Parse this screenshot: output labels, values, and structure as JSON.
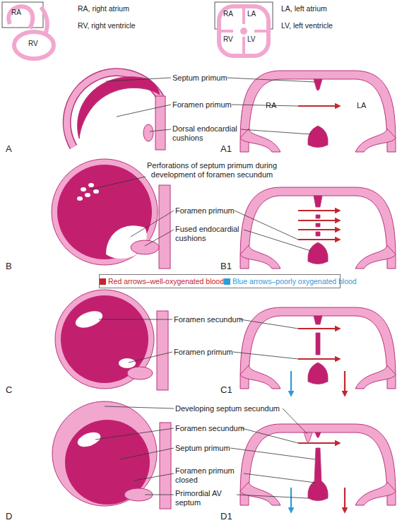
{
  "diagram": {
    "labels": [
      "RA",
      "RV",
      "RA, right atrium",
      "RV, right ventricle",
      "RA",
      "LA",
      "RV",
      "LV",
      "LA, left atrium",
      "LV, left ventricle",
      "Septum primum",
      "Foramen primum",
      "Dorsal endocardial cushions",
      "A",
      "RA",
      "LA",
      "A1",
      "Perforations of septum primum during development of foramen secundum",
      "Foramen primum",
      "Fused endocardial cushions",
      "B",
      "B1",
      "Foramen secundum",
      "Foramen primum",
      "C",
      "C1",
      "Developing septum secundum",
      "Foramen secundum",
      "Septum primum",
      "Foramen primum closed",
      "Primordial AV septum",
      "D",
      "D1"
    ],
    "legend": [
      {
        "text": "Red arrows–well-oxygenated blood",
        "color": "#c1272d"
      },
      {
        "text": "Blue arrows–poorly oxygenated blood",
        "color": "#2f9bd8"
      }
    ]
  }
}
